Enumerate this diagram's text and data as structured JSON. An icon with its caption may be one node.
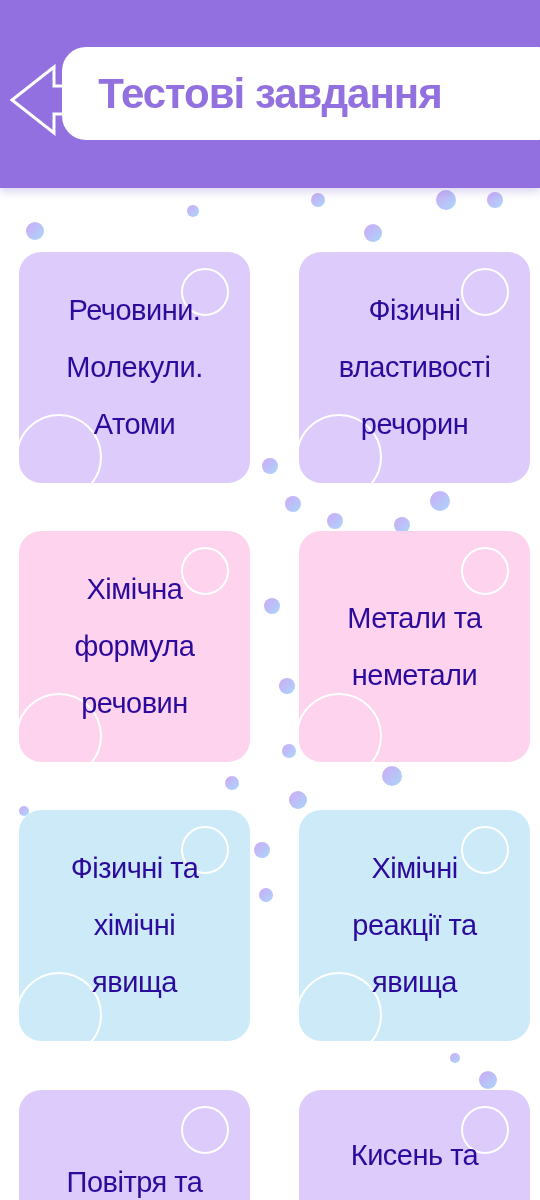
{
  "diagram": {
    "title": "Тестові завдання",
    "nodes": [
      {
        "text": [
          "Речовини. Молекули. Атоми"
        ]
      },
      {
        "text": [
          "Фізичні властивості речорин"
        ]
      },
      {
        "text": [
          "Хімічна формула речовин"
        ]
      },
      {
        "text": [
          "Метали та неметали"
        ]
      },
      {
        "text": [
          "Фізичні та хімічні явища"
        ]
      },
      {
        "text": [
          "Хімічні реакції та явища"
        ]
      },
      {
        "text": [
          "Повітря та"
        ]
      },
      {
        "text": [
          "Кисень та"
        ]
      }
    ]
  }
}
